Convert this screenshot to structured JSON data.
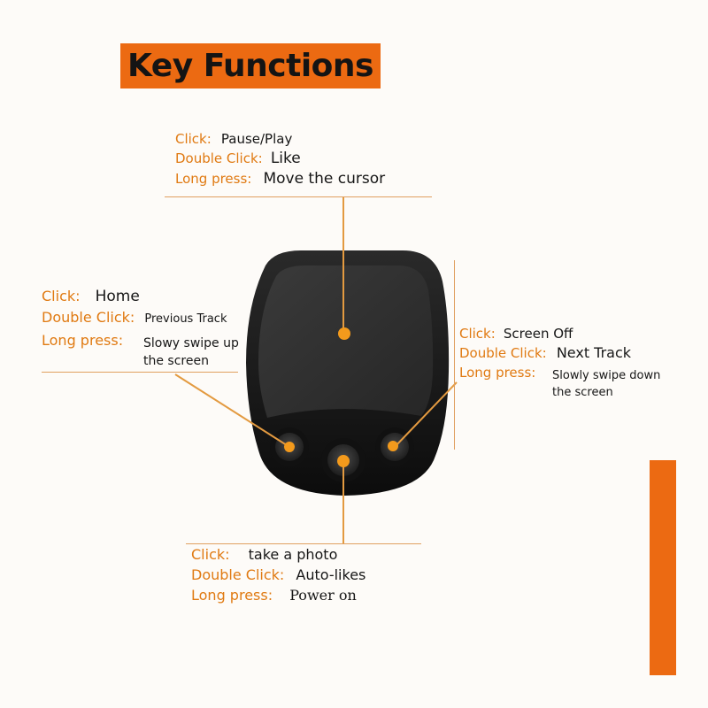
{
  "title": "Key Functions",
  "colors": {
    "accent": "#ec6a12",
    "label": "#e07a12",
    "text": "#161616",
    "dot": "#f39a1c"
  },
  "top": {
    "click_key": "Click:",
    "click_val": "Pause/Play",
    "double_key": "Double Click:",
    "double_val": "Like",
    "long_key": "Long press:",
    "long_val": "Move the cursor"
  },
  "left": {
    "click_key": "Click:",
    "click_val": "Home",
    "double_key": "Double Click:",
    "double_val": "Previous Track",
    "long_key": "Long press:",
    "long_val_1": "Slowy swipe up",
    "long_val_2": "the screen"
  },
  "right": {
    "click_key": "Click:",
    "click_val": "Screen Off",
    "double_key": "Double Click:",
    "double_val": "Next Track",
    "long_key": "Long press:",
    "long_val_1": "Slowly swipe down",
    "long_val_2": "the screen"
  },
  "bottom": {
    "click_key": "Click:",
    "click_val": "take a photo",
    "double_key": "Double Click:",
    "double_val": "Auto-likes",
    "long_key": "Long press:",
    "long_val": "Power on"
  }
}
